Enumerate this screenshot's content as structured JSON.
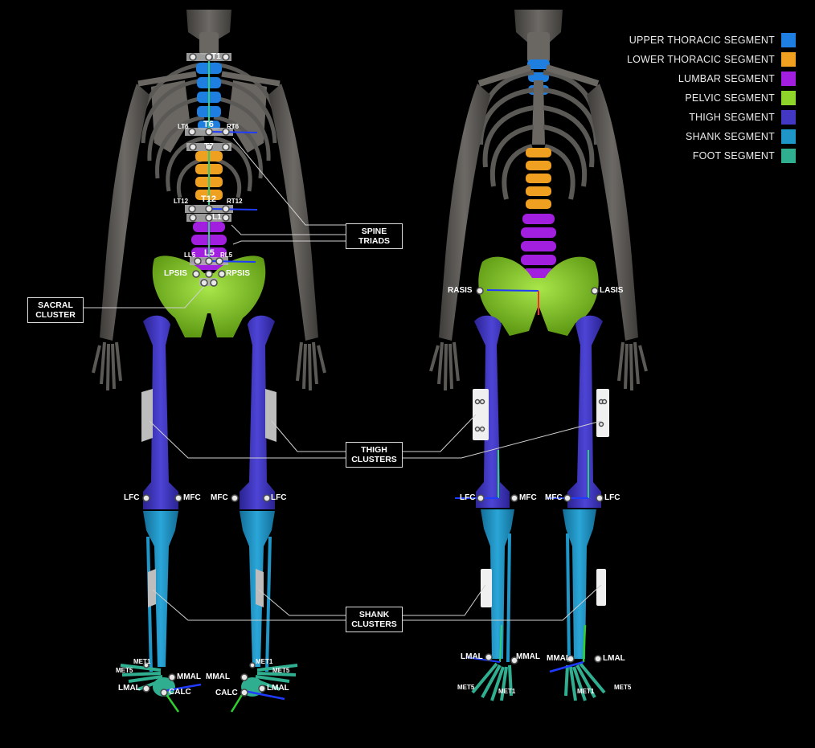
{
  "legend": [
    {
      "label": "UPPER THORACIC SEGMENT",
      "color": "#1f7fe0"
    },
    {
      "label": "LOWER THORACIC SEGMENT",
      "color": "#f0a020"
    },
    {
      "label": "LUMBAR SEGMENT",
      "color": "#a21fe0"
    },
    {
      "label": "PELVIC SEGMENT",
      "color": "#8fd42a"
    },
    {
      "label": "THIGH SEGMENT",
      "color": "#4338c4"
    },
    {
      "label": "SHANK SEGMENT",
      "color": "#1f96c8"
    },
    {
      "label": "FOOT SEGMENT",
      "color": "#2fae90"
    }
  ],
  "callouts": {
    "spine_triads": [
      "SPINE",
      "TRIADS"
    ],
    "sacral_cluster": [
      "SACRAL",
      "CLUSTER"
    ],
    "thigh_clusters": [
      "THIGH",
      "CLUSTERS"
    ],
    "shank_clusters": [
      "SHANK",
      "CLUSTERS"
    ]
  },
  "markers": {
    "t1": "T1",
    "t6": "T6",
    "lt6": "LT6",
    "rt6": "RT6",
    "t7": "T7",
    "lt12": "LT12",
    "t12": "T12",
    "rt12": "RT12",
    "l1": "L1",
    "ll5": "LL5",
    "l5": "L5",
    "rl5": "RL5",
    "lpsis": "LPSIS",
    "rpsis": "RPSIS",
    "lfc": "LFC",
    "mfc": "MFC",
    "mmal": "MMAL",
    "lmal": "LMAL",
    "calc": "CALC",
    "met1": "MET1",
    "met5": "MET5",
    "rasis": "RASIS",
    "lasis": "LASIS"
  },
  "colors": {
    "bone": "#5b5955",
    "upper_thoracic": "#1f7fe0",
    "lower_thoracic": "#f0a020",
    "lumbar": "#a21fe0",
    "pelvis": "#8fd42a",
    "thigh": "#4338c4",
    "shank": "#1f96c8",
    "foot": "#2fae90"
  }
}
